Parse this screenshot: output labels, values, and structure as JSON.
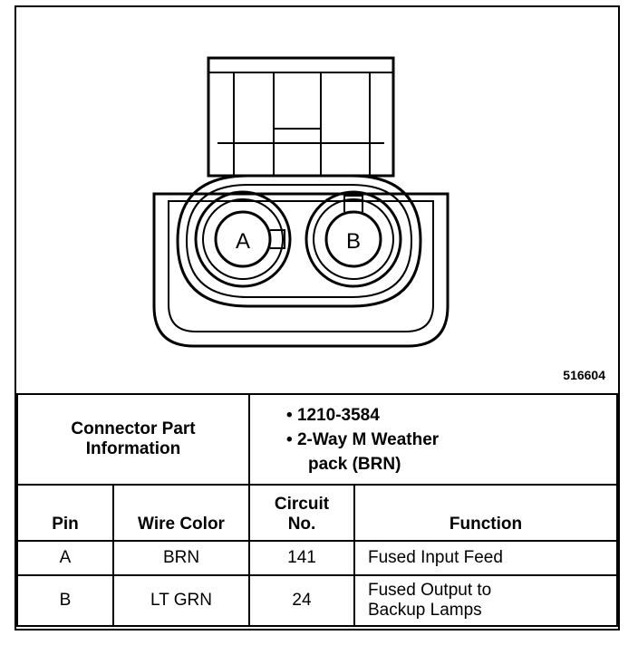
{
  "figure_number": "516604",
  "connector": {
    "pins": [
      "A",
      "B"
    ]
  },
  "part_info": {
    "label_line1": "Connector Part",
    "label_line2": "Information",
    "items": [
      "1210-3584",
      "2-Way M Weather",
      "pack (BRN)"
    ]
  },
  "table": {
    "headers": {
      "pin": "Pin",
      "wire_color": "Wire Color",
      "circuit_line1": "Circuit",
      "circuit_line2": "No.",
      "function": "Function"
    },
    "rows": [
      {
        "pin": "A",
        "wire_color": "BRN",
        "circuit": "141",
        "function_line1": "Fused Input Feed",
        "function_line2": ""
      },
      {
        "pin": "B",
        "wire_color": "LT GRN",
        "circuit": "24",
        "function_line1": "Fused Output to",
        "function_line2": "Backup Lamps"
      }
    ]
  }
}
